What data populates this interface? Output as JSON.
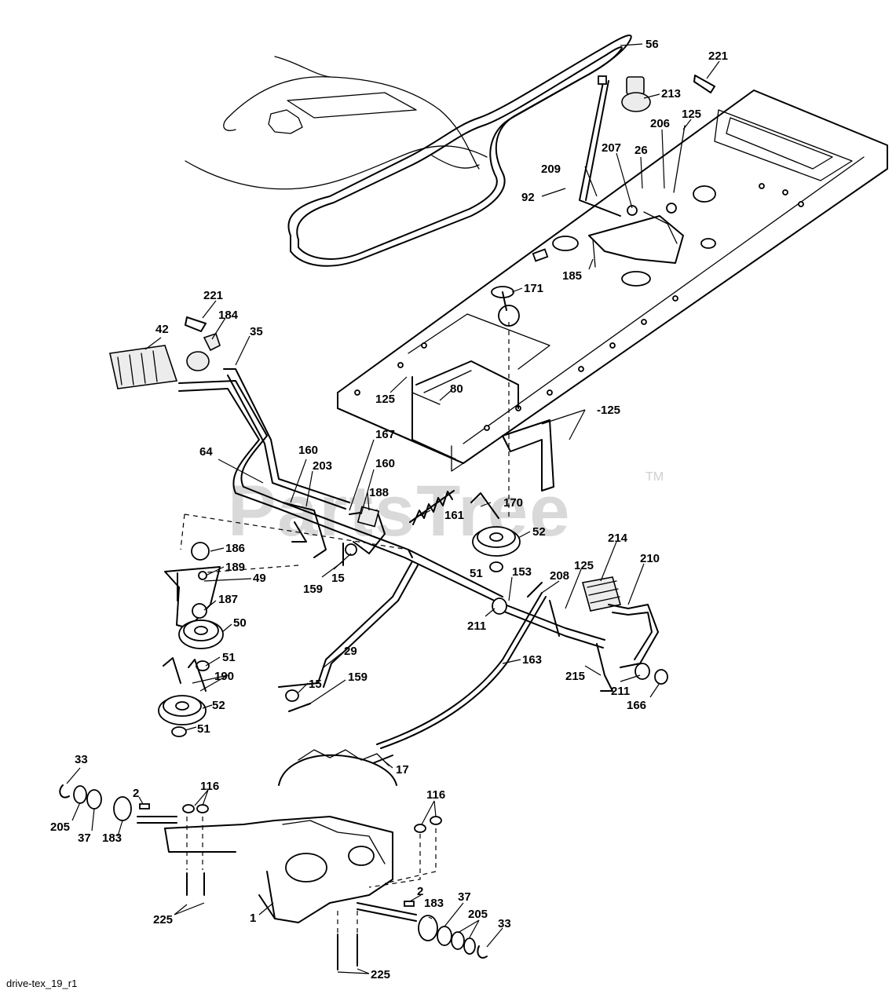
{
  "watermark": {
    "text": "PartsTree",
    "tm": "TM"
  },
  "diagram_ref": "drive-tex_19_r1",
  "labels": [
    "56",
    "221",
    "213",
    "125",
    "206",
    "207",
    "26",
    "209",
    "92",
    "185",
    "171",
    "221",
    "184",
    "42",
    "35",
    "125",
    "80",
    "-125",
    "167",
    "160",
    "203",
    "64",
    "160",
    "188",
    "170",
    "161",
    "52",
    "186",
    "189",
    "49",
    "159",
    "15",
    "187",
    "50",
    "51",
    "153",
    "208",
    "125",
    "214",
    "210",
    "211",
    "29",
    "163",
    "51",
    "190",
    "15",
    "159",
    "52",
    "51",
    "215",
    "211",
    "166",
    "33",
    "17",
    "116",
    "2",
    "116",
    "205",
    "37",
    "183",
    "225",
    "1",
    "2",
    "183",
    "37",
    "205",
    "33",
    "225"
  ]
}
